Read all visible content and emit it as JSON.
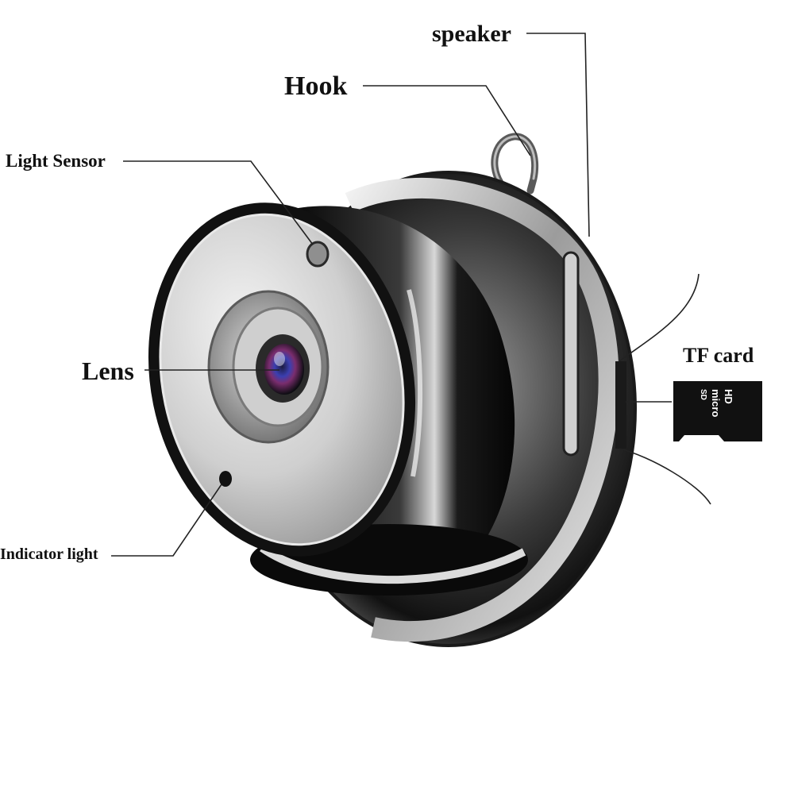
{
  "labels": {
    "speaker": "speaker",
    "hook": "Hook",
    "light_sensor": "Light Sensor",
    "lens": "Lens",
    "indicator_light": "Indicator light",
    "tf_card": "TF card"
  },
  "colors": {
    "background": "#ffffff",
    "text": "#111111",
    "leader_line": "#222222",
    "camera_body": "#2a2a2a",
    "camera_chrome": "#d9d9d9",
    "lens_iris": "#3b3fb0",
    "tf_card": "#111111"
  }
}
